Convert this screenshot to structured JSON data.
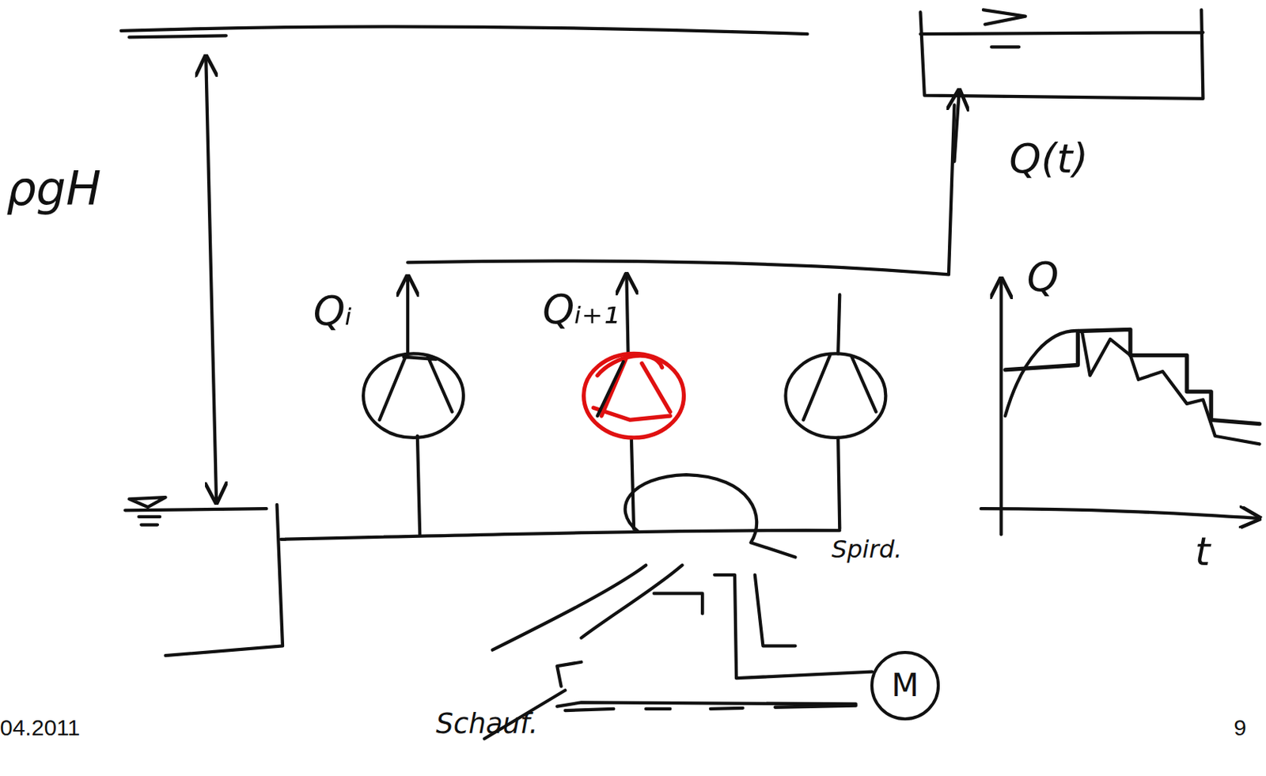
{
  "diagram": {
    "nodes": [
      {
        "text": [
          "M"
        ]
      }
    ],
    "labels": [
      "ρgH",
      "Qᵢ",
      "Qᵢ₊₁",
      "Q(t)",
      "Q",
      "t",
      "Spird.",
      "Schauf.",
      "04.2011",
      "9"
    ]
  }
}
